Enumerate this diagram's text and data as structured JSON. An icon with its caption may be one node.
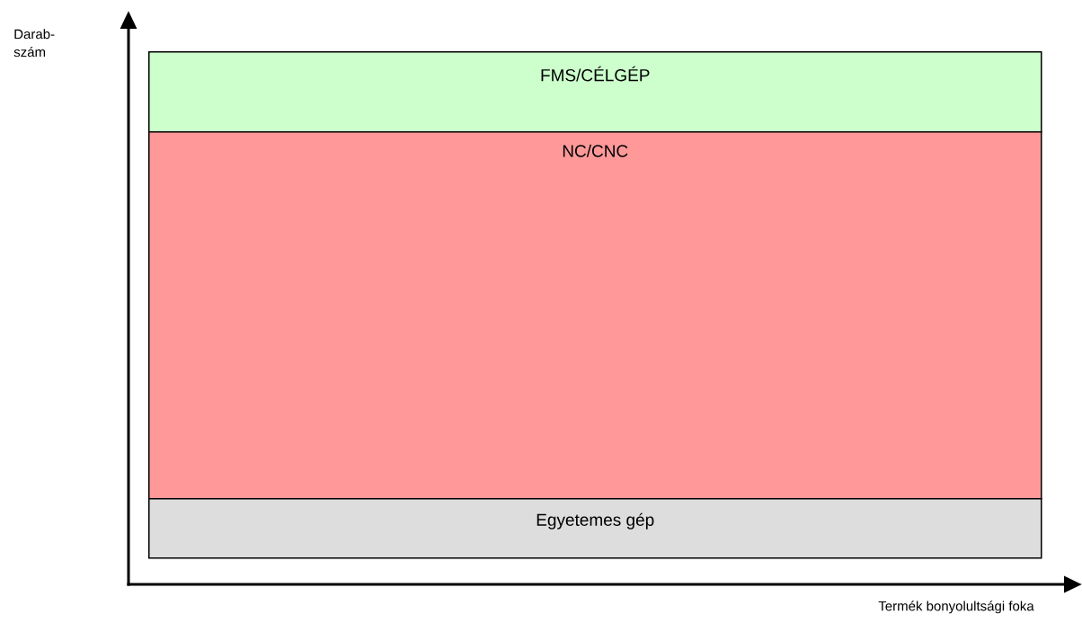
{
  "diagram": {
    "nodes": [
      {
        "text": [
          "FMS/CÉLGÉP"
        ]
      },
      {
        "text": [
          "NC/CNC"
        ]
      },
      {
        "text": [
          "Egyetemes gép"
        ]
      }
    ],
    "labels": [
      "Darab- szám",
      "Termék bonyolultsági foka"
    ]
  }
}
